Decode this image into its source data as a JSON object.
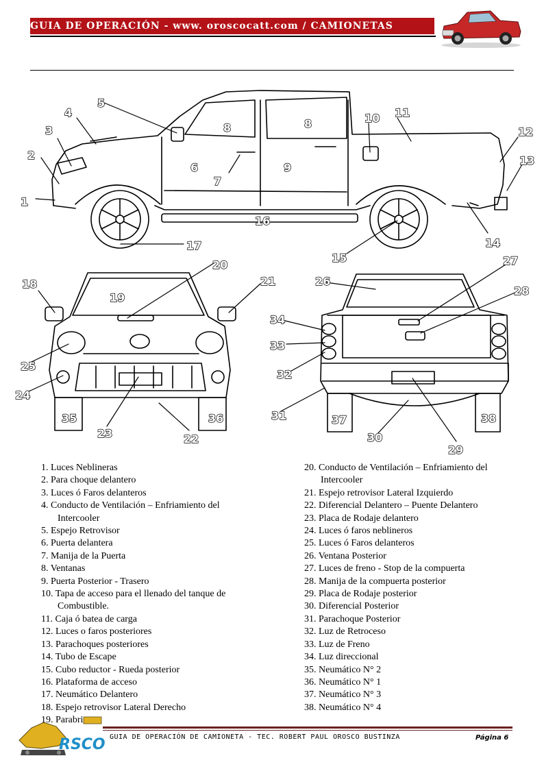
{
  "header": {
    "title": "GUIA DE OPERACIÓN - www. oroscocatt.com / CAMIONETAS"
  },
  "colors": {
    "header_red": "#b31217",
    "truck_red": "#c62828",
    "footer_line": "#6b1f1f",
    "logo_blue": "#1f8fc8",
    "logo_yellow": "#e0b020"
  },
  "diagram": {
    "callouts": [
      "1",
      "2",
      "3",
      "4",
      "5",
      "6",
      "7",
      "8",
      "8",
      "9",
      "10",
      "11",
      "12",
      "13",
      "14",
      "15",
      "16",
      "17",
      "18",
      "19",
      "20",
      "21",
      "22",
      "23",
      "24",
      "25",
      "26",
      "27",
      "28",
      "29",
      "30",
      "31",
      "32",
      "33",
      "34",
      "35",
      "36",
      "37",
      "38"
    ]
  },
  "parts_left": [
    {
      "text": "1.   Luces Neblineras"
    },
    {
      "text": "2.   Para choque delantero"
    },
    {
      "text": "3.   Luces ó Faros delanteros"
    },
    {
      "text": "4.   Conducto de Ventilación – Enfriamiento del",
      "cont": "Intercooler"
    },
    {
      "text": "5.   Espejo Retrovisor"
    },
    {
      "text": "6.   Puerta delantera"
    },
    {
      "text": "7.   Manija  de  la Puerta"
    },
    {
      "text": "8.   Ventanas"
    },
    {
      "text": "9.   Puerta Posterior - Trasero"
    },
    {
      "text": "10. Tapa  de acceso para el llenado del tanque de",
      "cont": "Combustible."
    },
    {
      "text": "11. Caja ó batea de carga"
    },
    {
      "text": "12. Luces o faros posteriores"
    },
    {
      "text": "13. Parachoques posteriores"
    },
    {
      "text": "14. Tubo de Escape"
    },
    {
      "text": "15. Cubo reductor  -  Rueda posterior"
    },
    {
      "text": "16. Plataforma de acceso"
    },
    {
      "text": "17. Neumático Delantero"
    },
    {
      "text": "18. Espejo retrovisor Lateral Derecho"
    },
    {
      "text": "19. Parabrisas"
    }
  ],
  "parts_right": [
    {
      "text": "20. Conducto de Ventilación – Enfriamiento del",
      "cont": "Intercooler"
    },
    {
      "text": "21. Espejo retrovisor Lateral Izquierdo"
    },
    {
      "text": "22. Diferencial Delantero – Puente Delantero"
    },
    {
      "text": "23. Placa de Rodaje delantero"
    },
    {
      "text": "24. Luces ó faros neblineros"
    },
    {
      "text": "25. Luces ó Faros delanteros"
    },
    {
      "text": "26. Ventana Posterior"
    },
    {
      "text": "27. Luces de freno - Stop de la compuerta"
    },
    {
      "text": "28. Manija de la compuerta posterior"
    },
    {
      "text": "29. Placa de Rodaje posterior"
    },
    {
      "text": "30. Diferencial Posterior"
    },
    {
      "text": "31. Parachoque Posterior"
    },
    {
      "text": "32. Luz de Retroceso"
    },
    {
      "text": "33. Luz de Freno"
    },
    {
      "text": "34. Luz direccional"
    },
    {
      "text": "35. Neumático N° 2"
    },
    {
      "text": "36. Neumático N° 1"
    },
    {
      "text": "37. Neumático N° 3"
    },
    {
      "text": "38. Neumático N° 4"
    }
  ],
  "footer": {
    "text": "GUIA  DE  OPERACIÓN  DE  CAMIONETA  -  TEC. ROBERT  PAUL  OROSCO  BUSTINZA",
    "page": "Página 6",
    "logo_text": "RSCO"
  }
}
